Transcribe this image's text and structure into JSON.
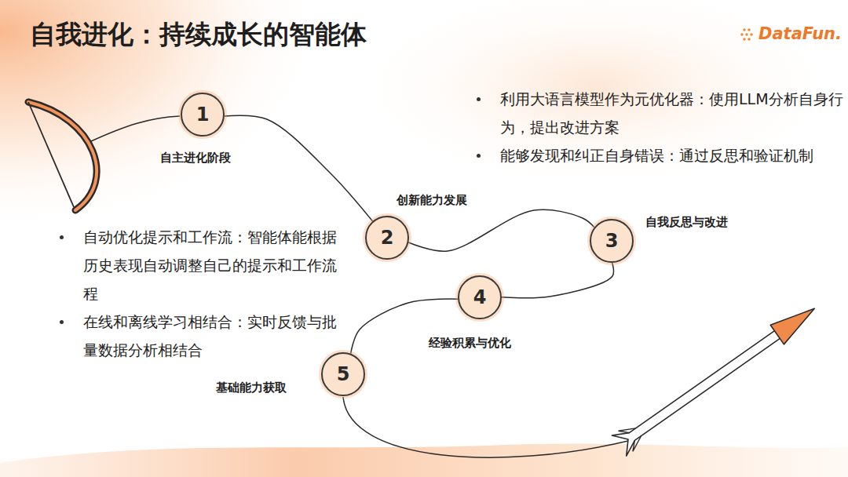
{
  "diagram": {
    "title": "自我进化：持续成长的智能体",
    "nodes": [
      {
        "text": [
          "1",
          "自主进化阶段"
        ]
      },
      {
        "text": [
          "2",
          "创新能力发展"
        ]
      },
      {
        "text": [
          "3",
          "自我反思与改进"
        ]
      },
      {
        "text": [
          "4",
          "经验积累与优化"
        ]
      },
      {
        "text": [
          "5",
          "基础能力获取"
        ]
      }
    ],
    "edges": [
      {
        "from": 0,
        "to": 1,
        "arrow": "none"
      },
      {
        "from": 1,
        "to": 2,
        "arrow": "none"
      },
      {
        "from": 2,
        "to": 3,
        "arrow": "none"
      },
      {
        "from": 3,
        "to": 4,
        "arrow": "none"
      }
    ],
    "labels": [
      "DataFun.",
      "利用大语言模型作为元优化器：使用LLM分析自身行为，提出改进方案",
      "能够发现和纠正自身错误：通过反思和验证机制",
      "自动优化提示和工作流：智能体能根据历史表现自动调整自己的提示和工作流程",
      "在线和离线学习相结合：实时反馈与批量数据分析相结合"
    ]
  }
}
